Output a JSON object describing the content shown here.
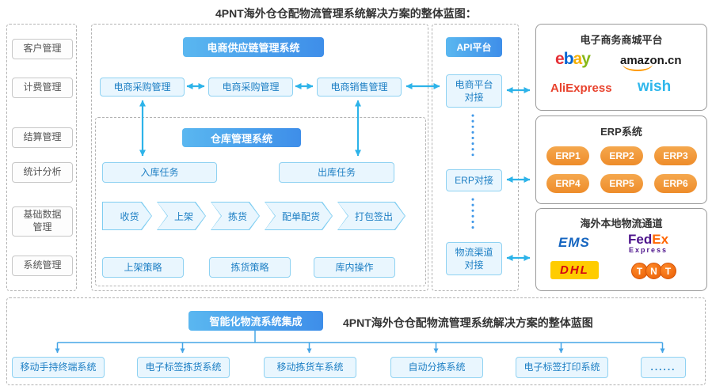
{
  "page_title": "4PNT海外仓仓配物流管理系统解决方案的整体蓝图：",
  "colors": {
    "accent_blue": "#3e8ee9",
    "light_blue_bg": "#e9f6fe",
    "light_blue_border": "#8fd2f2",
    "blue_text": "#1d7fc4",
    "arrow_cyan": "#2db3e9",
    "erp_orange": "#ee8c2a"
  },
  "sidebar": {
    "items": [
      "客户管理",
      "计费管理",
      "结算管理",
      "统计分析",
      "基础数据管理",
      "系统管理"
    ]
  },
  "supply_chain": {
    "title": "电商供应链管理系统",
    "modules": [
      "电商采购管理",
      "电商采购管理",
      "电商销售管理"
    ]
  },
  "warehouse": {
    "title": "仓库管理系统",
    "inbound": "入库任务",
    "outbound": "出库任务",
    "process": [
      "收货",
      "上架",
      "拣货",
      "配单配货",
      "打包签出"
    ],
    "strategies": [
      "上架策略",
      "拣货策略",
      "库内操作"
    ]
  },
  "api_platform": {
    "title": "API平台",
    "items": [
      "电商平台对接",
      "ERP对接",
      "物流渠道对接"
    ]
  },
  "mall_platforms": {
    "title": "电子商务商城平台",
    "ebay": {
      "e": "e",
      "b": "b",
      "a": "a",
      "y": "y"
    },
    "amazon": "amazon.cn",
    "aliexpress": "AliExpress",
    "wish": "wish"
  },
  "erp": {
    "title": "ERP系统",
    "items": [
      "ERP1",
      "ERP2",
      "ERP3",
      "ERP4",
      "ERP5",
      "ERP6"
    ]
  },
  "logistics": {
    "title": "海外本地物流通道",
    "ems": "EMS",
    "fedex": {
      "fed": "Fed",
      "ex": "Ex",
      "express": "Express"
    },
    "dhl": "DHL",
    "tnt": {
      "t1": "T",
      "n": "N",
      "t2": "T"
    }
  },
  "integration": {
    "button": "智能化物流系统集成",
    "caption": "4PNT海外仓仓配物流管理系统解决方案的整体蓝图",
    "systems": [
      "移动手持终端系统",
      "电子标签拣货系统",
      "移动拣货车系统",
      "自动分拣系统",
      "电子标签打印系统",
      "......"
    ]
  }
}
